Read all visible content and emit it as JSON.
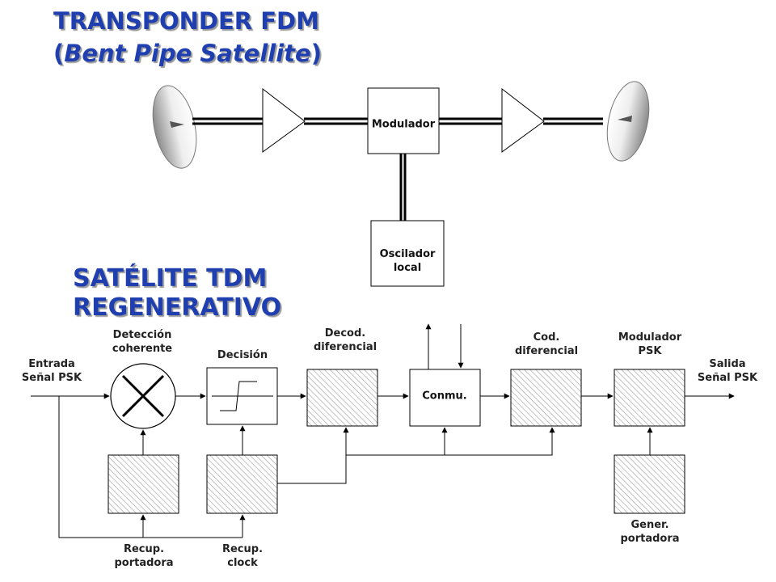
{
  "titles": {
    "fdm_line1": "TRANSPONDER FDM",
    "fdm_line2_open": "(",
    "fdm_line2_italic": "Bent Pipe Satellite",
    "fdm_line2_close": ")",
    "tdm_line1": "SATÉLITE TDM",
    "tdm_line2": "REGENERATIVO"
  },
  "fdm": {
    "modulator": "Modulador",
    "oscillator_line1": "Oscilador",
    "oscillator_line2": "local"
  },
  "tdm": {
    "input": [
      "Entrada",
      "Señal PSK"
    ],
    "coherent_detection": [
      "Detección",
      "coherente"
    ],
    "decision": "Decisión",
    "diff_decoder": [
      "Decod.",
      "diferencial"
    ],
    "switch": "Conmu.",
    "diff_coder": [
      "Cod.",
      "diferencial"
    ],
    "psk_modulator": [
      "Modulador",
      "PSK"
    ],
    "output": [
      "Salida",
      "Señal PSK"
    ],
    "carrier_recovery": [
      "Recup.",
      "portadora"
    ],
    "clock_recovery": [
      "Recup.",
      "clock"
    ],
    "carrier_generator": [
      "Gener.",
      "portadora"
    ]
  },
  "colors": {
    "title": "#1f3fb0",
    "title_shadow": "#9a9a9a",
    "line": "#000000",
    "hatch": "#9a9a9a"
  }
}
